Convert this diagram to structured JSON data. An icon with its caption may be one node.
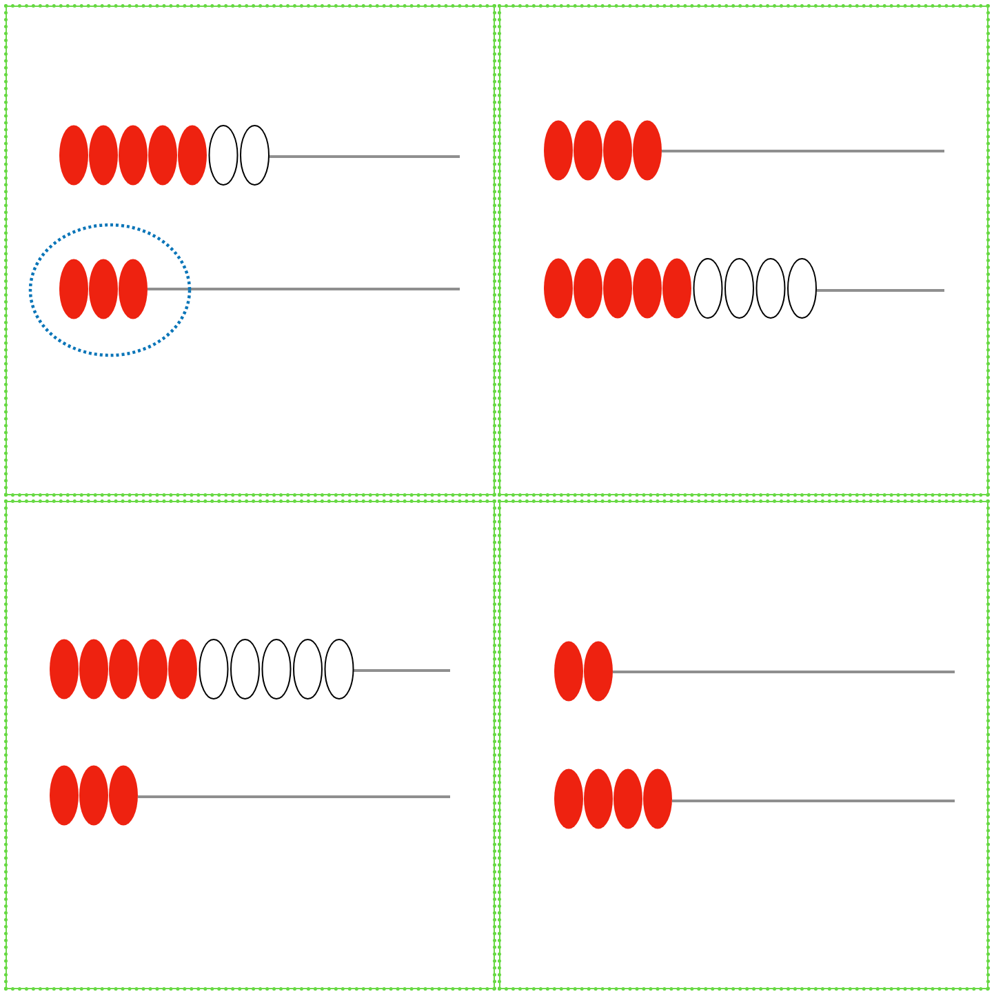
{
  "diagram": {
    "nodes": [
      {
        "text": [],
        "shape": "box"
      },
      {
        "text": [],
        "shape": "circle",
        "in": 0
      },
      {
        "text": [],
        "shape": "box"
      },
      {
        "text": [],
        "shape": "box"
      },
      {
        "text": [],
        "shape": "box"
      }
    ]
  }
}
